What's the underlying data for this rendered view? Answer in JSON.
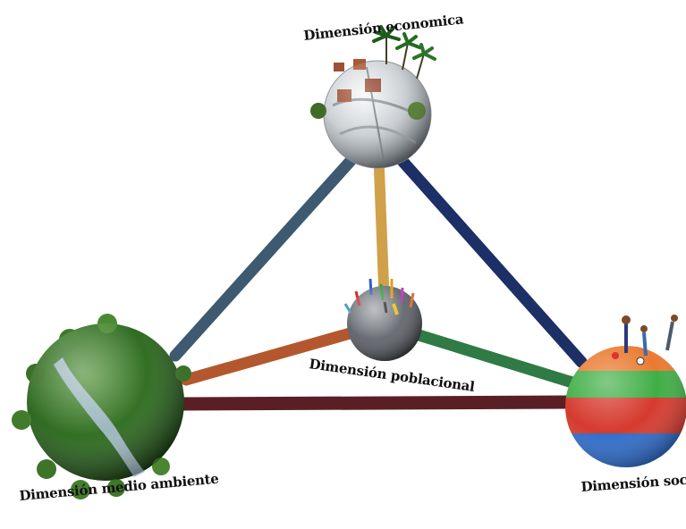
{
  "nodes": {
    "economica": {
      "label": "Dimensión economica"
    },
    "poblacional": {
      "label": "Dimensión poblacional"
    },
    "medio_ambiente": {
      "label": "Dimensión medio ambiente"
    },
    "social": {
      "label": "Dimensión social"
    }
  },
  "connector_colors": {
    "economica_to_medio_ambiente": "#3d5a70",
    "economica_to_poblacional": "#d1a04a",
    "economica_to_social": "#1c2f66",
    "poblacional_to_medio_ambiente": "#b3582e",
    "poblacional_to_social": "#2f7a45",
    "medio_ambiente_to_social": "#5a1f24"
  },
  "sphere_colors": {
    "economica": "#c9ced2",
    "poblacional": "#666a70",
    "medio_ambiente": "#2f6b22",
    "social_bands": [
      "#e97a2f",
      "#3fae45",
      "#d63a2e",
      "#2f6cc9"
    ]
  }
}
